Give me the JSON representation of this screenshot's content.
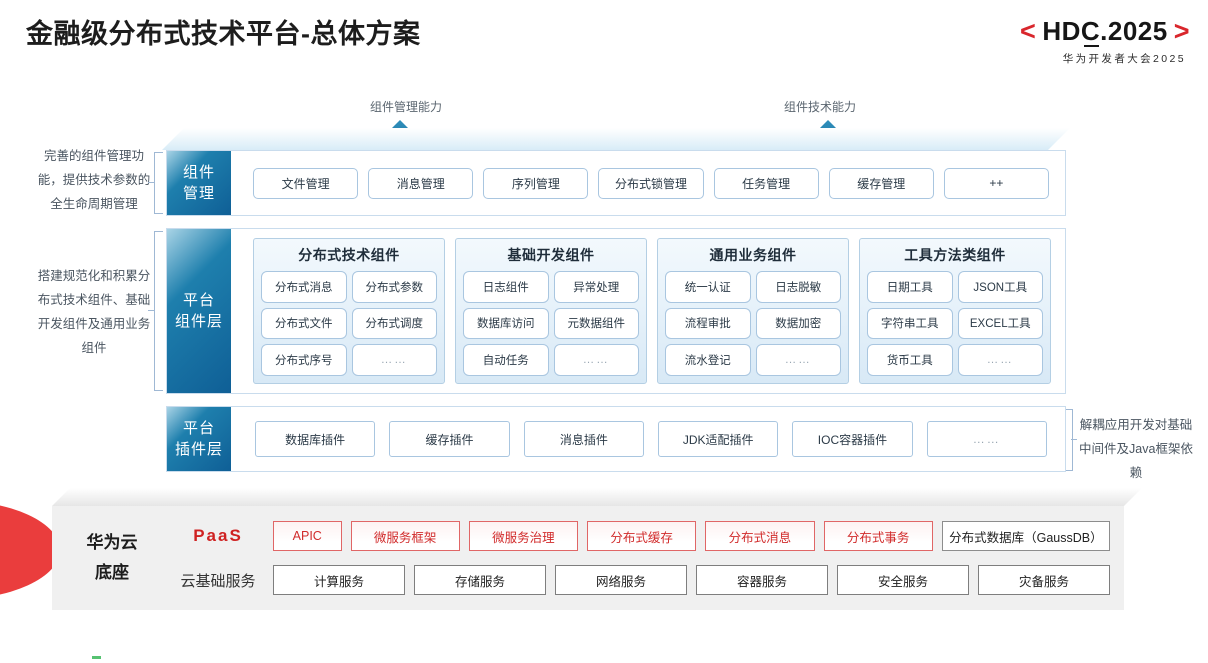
{
  "header": {
    "title": "金融级分布式技术平台-总体方案",
    "logo": {
      "bracket_left": "<",
      "bracket_right": ">",
      "main": "HDC.2025",
      "subtitle": "华为开发者大会2025",
      "bracket_color": "#d9262c"
    }
  },
  "arrows": [
    {
      "name": "组件管理能力",
      "label": "组件管理能力"
    },
    {
      "name": "组件技术能力",
      "label": "组件技术能力"
    }
  ],
  "side_notes": {
    "left_top": "完善的组件管理功能，提供技术参数的全生命周期管理",
    "left_bottom": "搭建规范化和积累分布式技术组件、基础开发组件及通用业务组件",
    "right": "解耦应用开发对基础中间件及Java框架依赖"
  },
  "layers": {
    "component_management": {
      "label": "组件\n管理",
      "label_line1": "组件",
      "label_line2": "管理",
      "items": [
        "文件管理",
        "消息管理",
        "序列管理",
        "分布式锁管理",
        "任务管理",
        "缓存管理",
        "++"
      ]
    },
    "platform_component": {
      "label_line1": "平台",
      "label_line2": "组件层",
      "groups": [
        {
          "title": "分布式技术组件",
          "items": [
            "分布式消息",
            "分布式参数",
            "分布式文件",
            "分布式调度",
            "分布式序号",
            "……"
          ]
        },
        {
          "title": "基础开发组件",
          "items": [
            "日志组件",
            "异常处理",
            "数据库访问",
            "元数据组件",
            "自动任务",
            "……"
          ]
        },
        {
          "title": "通用业务组件",
          "items": [
            "统一认证",
            "日志脱敏",
            "流程审批",
            "数据加密",
            "流水登记",
            "……"
          ]
        },
        {
          "title": "工具方法类组件",
          "items": [
            "日期工具",
            "JSON工具",
            "字符串工具",
            "EXCEL工具",
            "货币工具",
            "……"
          ]
        }
      ]
    },
    "platform_plugin": {
      "label_line1": "平台",
      "label_line2": "插件层",
      "items": [
        "数据库插件",
        "缓存插件",
        "消息插件",
        "JDK适配插件",
        "IOC容器插件",
        "……"
      ]
    }
  },
  "paas": {
    "brand_line1": "华为云",
    "brand_line2": "底座",
    "rows": [
      {
        "label": "PaaS",
        "label_style": "red",
        "items": [
          {
            "text": "APIC",
            "style": "red",
            "width": "narrow"
          },
          {
            "text": "微服务框架",
            "style": "red",
            "width": "normal"
          },
          {
            "text": "微服务治理",
            "style": "red",
            "width": "normal"
          },
          {
            "text": "分布式缓存",
            "style": "red",
            "width": "normal"
          },
          {
            "text": "分布式消息",
            "style": "red",
            "width": "normal"
          },
          {
            "text": "分布式事务",
            "style": "red",
            "width": "normal"
          },
          {
            "text": "分布式数据库（GaussDB）",
            "style": "gray",
            "width": "wide"
          }
        ]
      },
      {
        "label": "云基础服务",
        "label_style": "normal",
        "items": [
          {
            "text": "计算服务",
            "style": "plain",
            "width": "normal"
          },
          {
            "text": "存储服务",
            "style": "plain",
            "width": "normal"
          },
          {
            "text": "网络服务",
            "style": "plain",
            "width": "normal"
          },
          {
            "text": "容器服务",
            "style": "plain",
            "width": "normal"
          },
          {
            "text": "安全服务",
            "style": "plain",
            "width": "normal"
          },
          {
            "text": "灾备服务",
            "style": "plain",
            "width": "normal"
          }
        ]
      }
    ]
  },
  "colors": {
    "brand_red": "#d9262c",
    "layer_blue_dark": "#0f5f96",
    "layer_blue_light": "#a9d4e6",
    "arrow_blue": "#1c6fa0",
    "decor_red": "#ea3d3d",
    "decor_blue": "#1f46cf"
  }
}
